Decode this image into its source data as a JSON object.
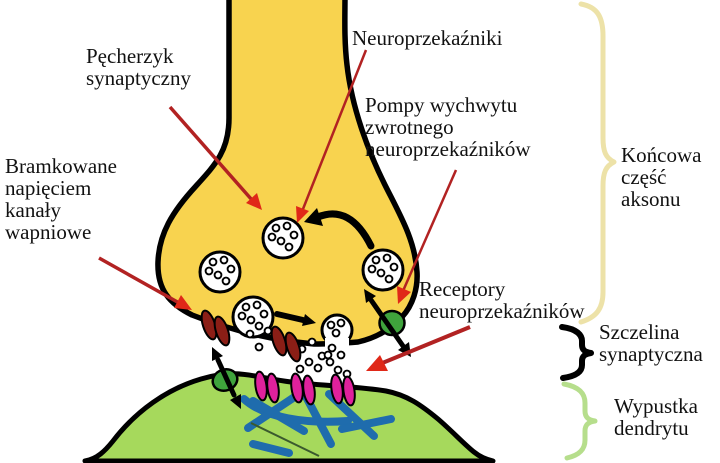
{
  "diagram": {
    "labels": {
      "vesicle": "Pęcherzyk\nsynaptyczny",
      "neurotransmitters": "Neuroprzekaźniki",
      "reuptake_pumps": "Pompy wychwytu\nzwrotnego\nneuroprzekaźników",
      "calcium_channels": "Bramkowane\nnapięciem\nkanały\nwapniowe",
      "receptors": "Receptory\nneuroprzekaźników",
      "axon_terminal": "Końcowa\nczęść\naksonu",
      "synaptic_cleft": "Szczelina\nsynaptyczna",
      "dendrite": "Wypustka\ndendrytu"
    },
    "colors": {
      "background": "#FFFFFF",
      "text": "#111111",
      "outline": "#000000",
      "axon_fill": "#F8D34F",
      "dendrite_fill": "#A6D95C",
      "vesicle_fill": "#FFFFFF",
      "calcium_channel": "#8B1E16",
      "receptor_pink": "#E0219C",
      "pump_green": "#3FA33C",
      "cytoskeleton_blue": "#1F6CAD",
      "cytoskeleton_thin": "#3B5A2E",
      "arrow_red_shaft": "#B22222",
      "arrow_red_head": "#E02818",
      "brace_axon": "#EDE2A8",
      "brace_cleft": "#000000",
      "brace_dendrite": "#B6DE8C"
    }
  }
}
